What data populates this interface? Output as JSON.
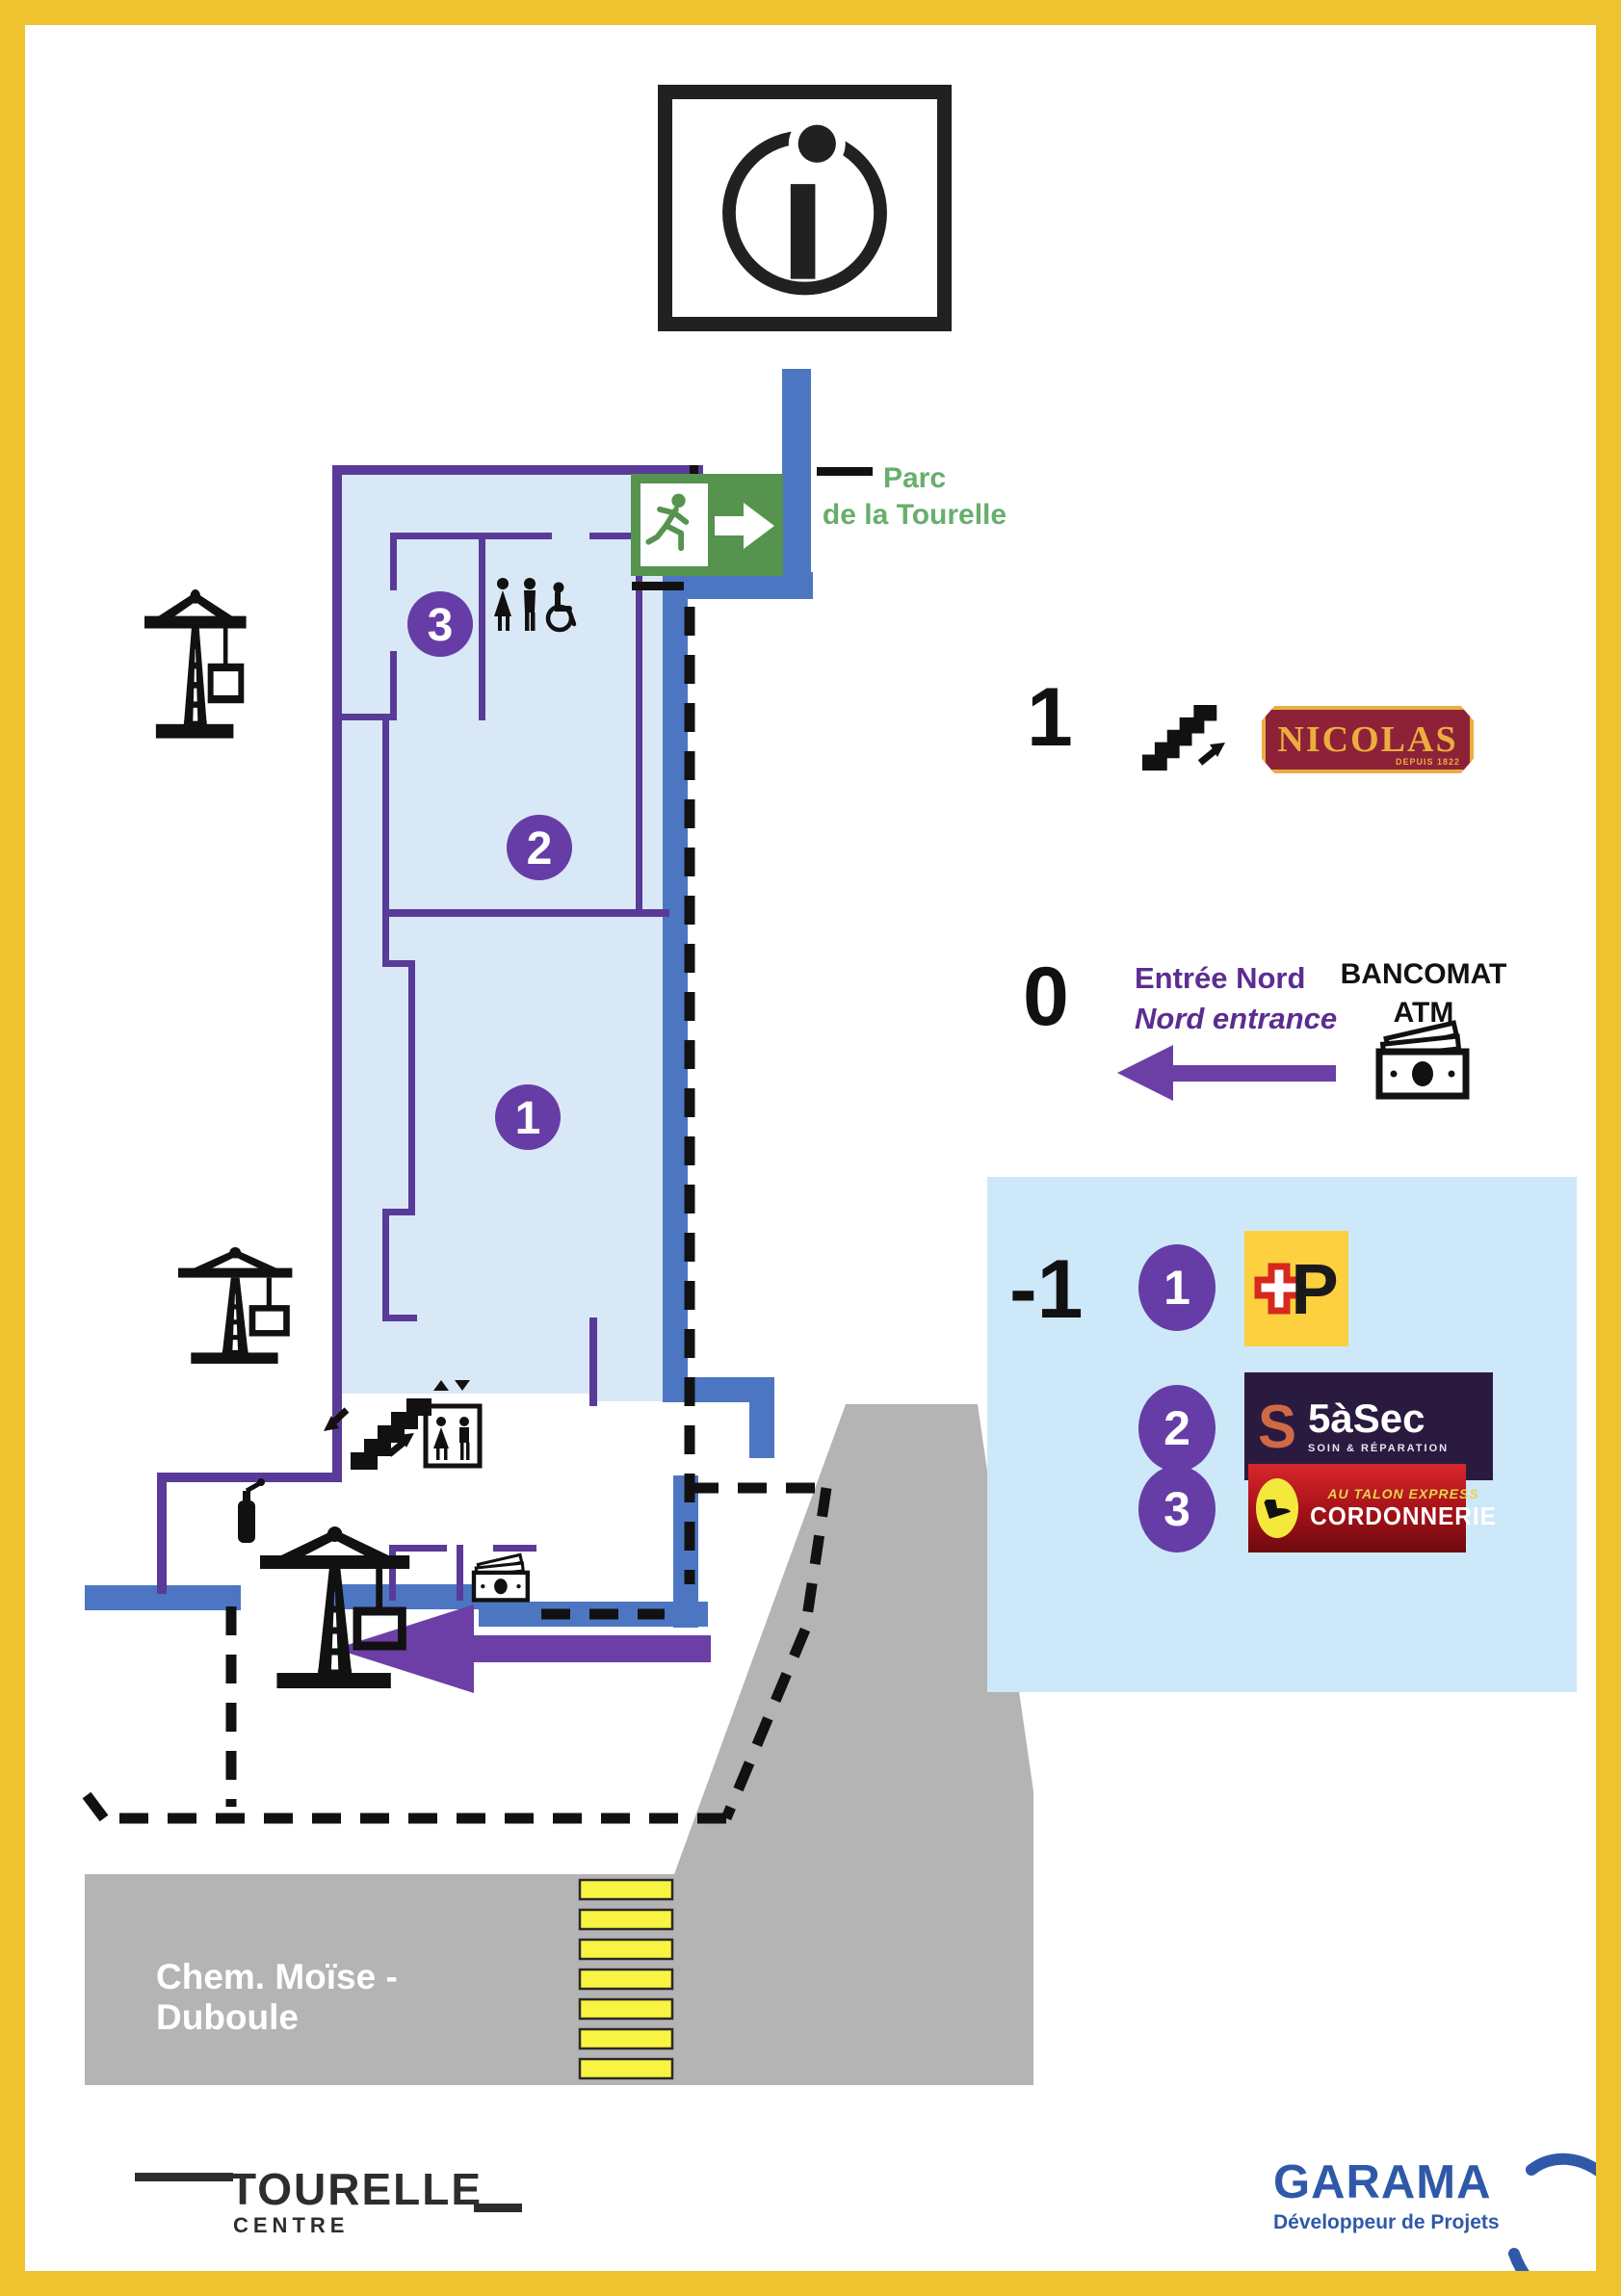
{
  "colors": {
    "frame_yellow": "#eec32f",
    "wall_purple": "#5a3a98",
    "wall_blue": "#4d76c2",
    "floor_fill": "#d9e8f6",
    "legend_panel_blue": "#cde8f8",
    "circle_purple": "#663da6",
    "arrow_purple": "#6b3fa6",
    "exit_green": "#55934e",
    "park_green": "#68ae6c",
    "street_gray": "#b4b4b4",
    "crosswalk_yellow": "#f9f442",
    "nicolas_maroon": "#8d2138",
    "nicolas_gold": "#ecad3f",
    "post_yellow": "#fcd03f",
    "post_red": "#d6281e",
    "fivesec_bg": "#2b1a40",
    "fivesec_orange": "#cf6a45",
    "cordonnerie_red": "#c01a1f",
    "garama_blue": "#2f59a8"
  },
  "info_icon": {
    "glyph": "ı"
  },
  "map": {
    "park_label_line1": "Parc",
    "park_label_line2": "de la Tourelle",
    "street_name": "Chem. Moïse - Duboule",
    "room_numbers": {
      "room1": "1",
      "room2": "2",
      "room3": "3"
    }
  },
  "legend": {
    "level1": {
      "label": "1",
      "store_name": "NICOLAS",
      "store_tagline": "DEPUIS 1822"
    },
    "level0": {
      "label": "0",
      "entrance_fr": "Entrée Nord",
      "entrance_en": "Nord entrance",
      "atm_title": "BANCOMAT",
      "atm_subtitle": "ATM"
    },
    "level_minus1": {
      "label": "-1",
      "items": [
        {
          "num": "1",
          "logo_letter": "P"
        },
        {
          "num": "2",
          "store": "5àSec",
          "tagline": "SOIN & RÉPARATION",
          "mark": "S"
        },
        {
          "num": "3",
          "store_line1": "AU TALON EXPRESS",
          "store_line2": "CORDONNERIE"
        }
      ]
    }
  },
  "footer": {
    "center_name": "TOURELLE",
    "center_sub": "CENTRE",
    "developer_name": "GARAMA",
    "developer_sub": "Développeur de Projets"
  }
}
